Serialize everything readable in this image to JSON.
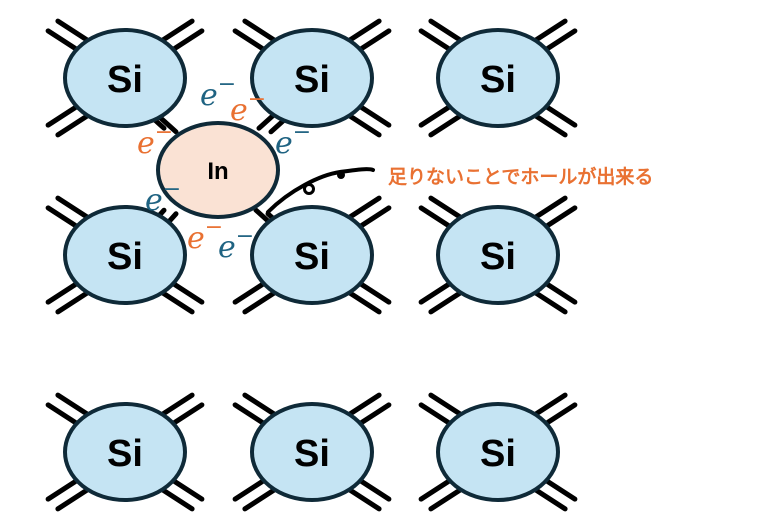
{
  "colors": {
    "si_fill": "#c5e4f3",
    "in_fill": "#fae2d4",
    "outline": "#0f2a38",
    "orange": "#e97132",
    "blue": "#1f6382"
  },
  "atoms": [
    {
      "label": "Si"
    },
    {
      "label": "Si"
    },
    {
      "label": "Si"
    },
    {
      "label": "Si"
    },
    {
      "label": "Si"
    },
    {
      "label": "Si"
    },
    {
      "label": "Si"
    },
    {
      "label": "Si"
    },
    {
      "label": "Si"
    }
  ],
  "impurity": {
    "label": "In"
  },
  "electrons": [
    {
      "label": "e",
      "sup": "−",
      "color": "blue"
    },
    {
      "label": "e",
      "sup": "−",
      "color": "orange"
    },
    {
      "label": "e",
      "sup": "−",
      "color": "orange"
    },
    {
      "label": "e",
      "sup": "−",
      "color": "blue"
    },
    {
      "label": "e",
      "sup": "−",
      "color": "blue"
    },
    {
      "label": "e",
      "sup": "−",
      "color": "orange"
    },
    {
      "label": "e",
      "sup": "−",
      "color": "blue"
    }
  ],
  "annotation": "足りないことでホールが出来る"
}
